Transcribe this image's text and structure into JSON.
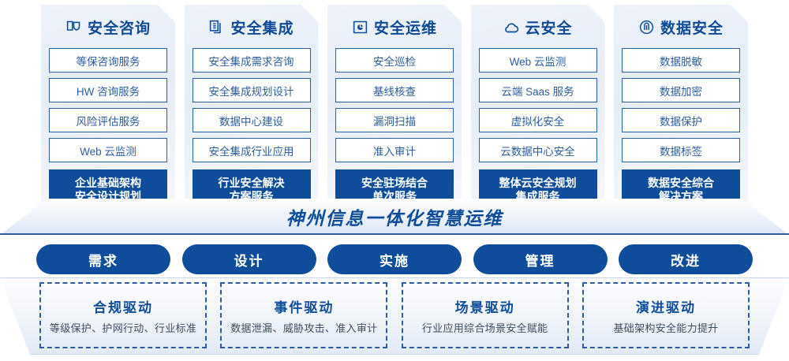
{
  "columns": [
    {
      "icon": "document-shield-icon",
      "title": "安全咨询",
      "items": [
        "等保咨询服务",
        "HW 咨询服务",
        "风险评估服务",
        "Web 云监测"
      ],
      "highlight": [
        "企业基础架构",
        "安全设计规划"
      ]
    },
    {
      "icon": "stacked-documents-icon",
      "title": "安全集成",
      "items": [
        "安全集成需求咨询",
        "安全集成规划设计",
        "数据中心建设",
        "安全集成行业应用"
      ],
      "highlight": [
        "行业安全解决",
        "方案服务"
      ]
    },
    {
      "icon": "monitor-chart-icon",
      "title": "安全运维",
      "items": [
        "安全巡检",
        "基线核查",
        "漏洞扫描",
        "准入审计"
      ],
      "highlight": [
        "安全驻场结合",
        "单次服务"
      ]
    },
    {
      "icon": "cloud-icon",
      "title": "云安全",
      "items": [
        "Web 云监测",
        "云端 Saas 服务",
        "虚拟化安全",
        "云数据中心安全"
      ],
      "highlight": [
        "整体云安全规划",
        "集成服务"
      ]
    },
    {
      "icon": "fingerprint-icon",
      "title": "数据安全",
      "items": [
        "数据脱敏",
        "数据加密",
        "数据保护",
        "数据标签"
      ],
      "highlight": [
        "数据安全综合",
        "解决方案"
      ]
    }
  ],
  "banner": {
    "title": "神州信息一体化智慧运维"
  },
  "pills": [
    {
      "label": "需求"
    },
    {
      "label": "设计"
    },
    {
      "label": "实施"
    },
    {
      "label": "管理"
    },
    {
      "label": "改进"
    }
  ],
  "drivers": [
    {
      "title": "合规驱动",
      "subtitle": "等级保护、护网行动、行业标准"
    },
    {
      "title": "事件驱动",
      "subtitle": "数据泄漏、威胁攻击、准入审计"
    },
    {
      "title": "场景驱动",
      "subtitle": "行业应用综合场景安全赋能"
    },
    {
      "title": "演进驱动",
      "subtitle": "基础架构安全能力提升"
    }
  ],
  "colors": {
    "brand_navy": "#0f4d9a",
    "text_blue": "#2d5d9e",
    "card_bg": "#eef3fa",
    "white": "#ffffff"
  }
}
